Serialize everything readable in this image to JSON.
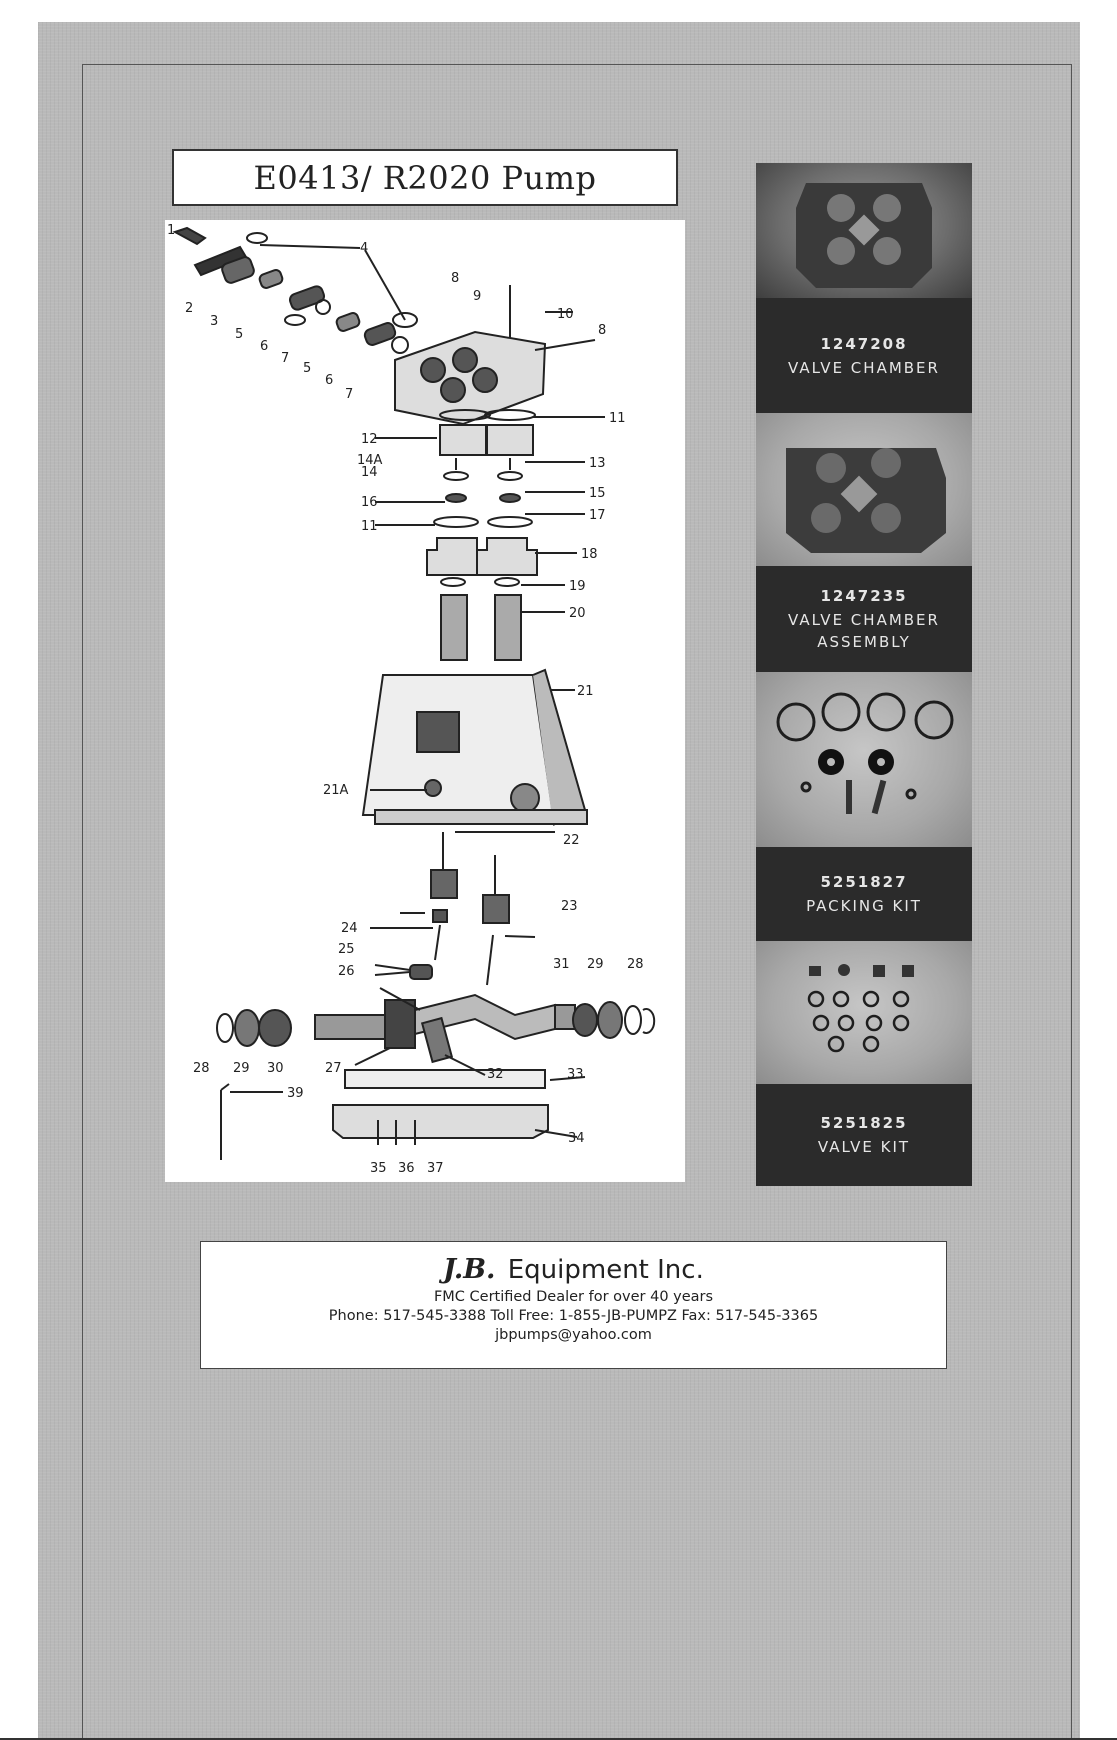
{
  "title": "E0413/ R2020 Pump",
  "diagram": {
    "labels": [
      "1",
      "2",
      "3",
      "4",
      "5",
      "6",
      "7",
      "5",
      "6",
      "7",
      "8",
      "9",
      "10",
      "8",
      "11",
      "12",
      "14A",
      "14",
      "13",
      "16",
      "15",
      "11",
      "17",
      "18",
      "19",
      "20",
      "21",
      "21A",
      "22",
      "23",
      "24",
      "25",
      "26",
      "31",
      "29",
      "28",
      "28",
      "29",
      "30",
      "27",
      "32",
      "33",
      "39",
      "34",
      "35",
      "36",
      "37"
    ]
  },
  "parts": [
    {
      "number": "1247208",
      "name": "VALVE CHAMBER",
      "name2": ""
    },
    {
      "number": "1247235",
      "name": "VALVE CHAMBER",
      "name2": "ASSEMBLY"
    },
    {
      "number": "5251827",
      "name": "PACKING KIT",
      "name2": ""
    },
    {
      "number": "5251825",
      "name": "VALVE KIT",
      "name2": ""
    }
  ],
  "footer": {
    "logo": "J.B.",
    "company": "Equipment Inc.",
    "tagline": "FMC Certified Dealer for over 40 years",
    "contact": "Phone: 517-545-3388 Toll Free: 1-855-JB-PUMPZ Fax: 517-545-3365",
    "email": "jbpumps@yahoo.com"
  }
}
